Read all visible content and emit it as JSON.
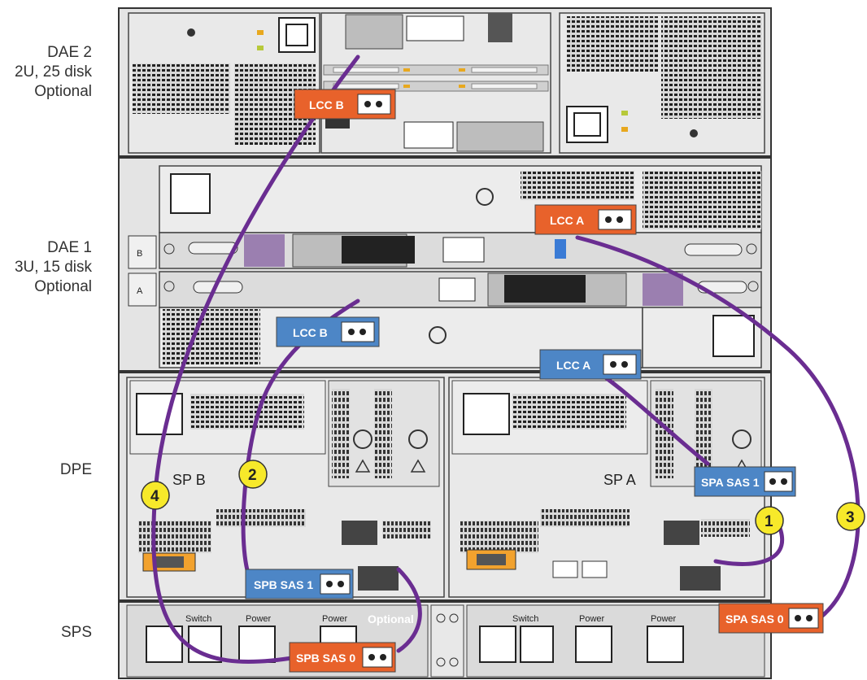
{
  "side_labels": {
    "dae2": [
      "DAE 2",
      "2U, 25 disk",
      "Optional"
    ],
    "dae1": [
      "DAE 1",
      "3U, 15 disk",
      "Optional"
    ],
    "dpe": "DPE",
    "sps": "SPS"
  },
  "dpe_labels": {
    "spb": "SP B",
    "spa": "SP A"
  },
  "sps_labels": {
    "switch": "Switch",
    "power": "Power",
    "optional": "Optional"
  },
  "ports": {
    "dae2_lccb": "LCC B",
    "dae1_lcca": "LCC A",
    "dae1_lccb": "LCC B",
    "dae1_lcca_lower": "LCC A",
    "spa_sas1": "SPA SAS 1",
    "spb_sas1": "SPB SAS 1",
    "spa_sas0": "SPA SAS 0",
    "spb_sas0": "SPB SAS 0"
  },
  "callouts": [
    "1",
    "2",
    "3",
    "4"
  ],
  "colors": {
    "cable": "#6a2d91",
    "orange_port": "#e8622b",
    "blue_port": "#4d86c6",
    "callout": "#f7e92a",
    "chassis": "#cfcfcf"
  }
}
